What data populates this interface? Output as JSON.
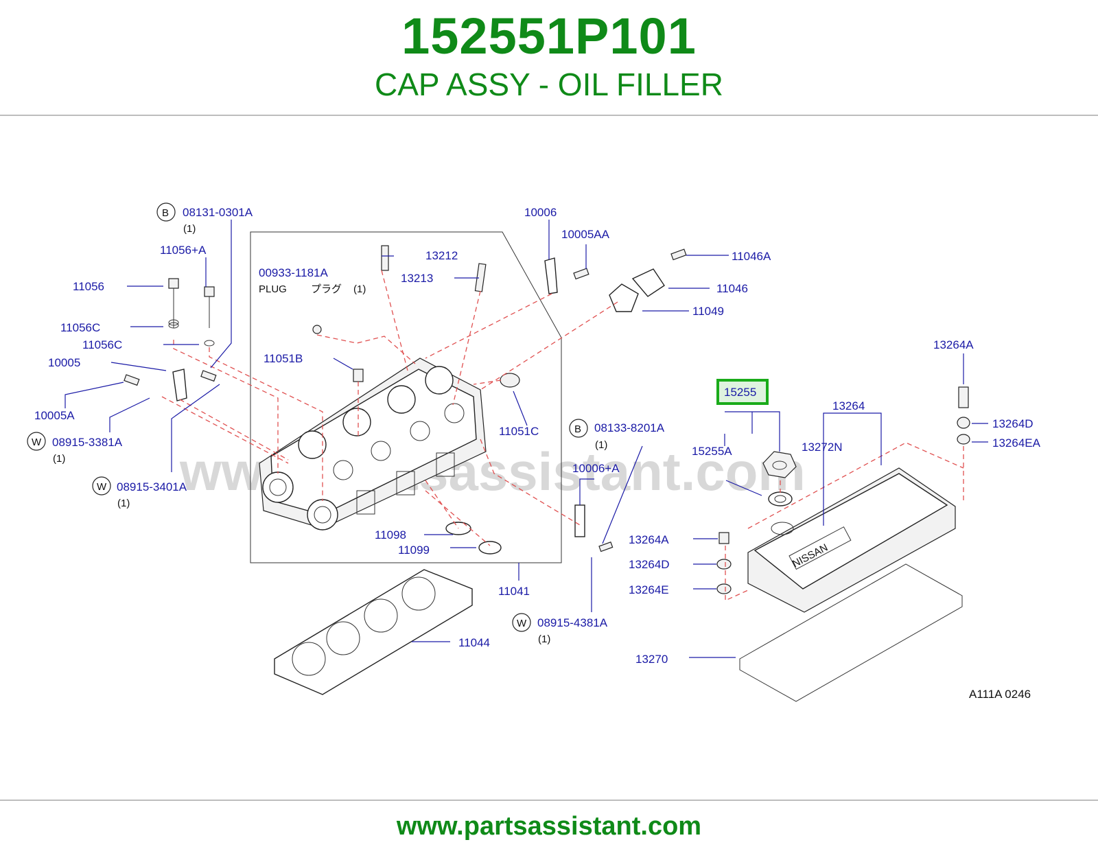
{
  "header": {
    "part_number": "152551P101",
    "part_name": "CAP ASSY - OIL FILLER"
  },
  "watermark": "www.partsassistant.com",
  "footer": {
    "url": "www.partsassistant.com"
  },
  "diagram_code": "A111A  0246",
  "highlight_color": "#1aab1a",
  "title_color": "#0f8a18",
  "label_color": "#1a1aa6",
  "labels": {
    "l08131": "08131-0301A",
    "l11056A": "11056+A",
    "l11056": "11056",
    "l11056C1": "11056C",
    "l11056C2": "11056C",
    "l10005": "10005",
    "l10005A": "10005A",
    "l08915_3381": "08915-3381A",
    "l08915_3401": "08915-3401A",
    "l00933": "00933-1181A",
    "l13212": "13212",
    "l13213": "13213",
    "l11051B": "11051B",
    "l10006": "10006",
    "l10005AA": "10005AA",
    "l11046A": "11046A",
    "l11046": "11046",
    "l11049": "11049",
    "l11051C": "11051C",
    "l08133": "08133-8201A",
    "l10006A": "10006+A",
    "l11098": "11098",
    "l11099": "11099",
    "l11041": "11041",
    "l11044": "11044",
    "l08915_4381": "08915-4381A",
    "l13264A": "13264A",
    "l15255": "15255",
    "l13264": "13264",
    "l13264D1": "13264D",
    "l13264EA": "13264EA",
    "l15255A": "15255A",
    "l13272N": "13272N",
    "l13264A2": "13264A",
    "l13264D2": "13264D",
    "l13264E": "13264E",
    "l13270": "13270"
  },
  "quantities": {
    "q08131": "(1)",
    "q00933": "(1)",
    "q08915_3381": "(1)",
    "q08915_3401": "(1)",
    "q08133": "(1)",
    "q08915_4381": "(1)"
  },
  "plug_text": "PLUG",
  "plug_jp": "プラグ",
  "circle_b1": "B",
  "circle_b2": "B",
  "circle_w1": "W",
  "circle_w2": "W",
  "circle_w3": "W",
  "cover_brand": "NISSAN"
}
